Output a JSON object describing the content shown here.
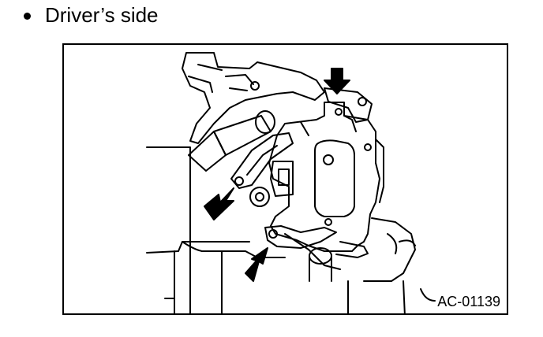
{
  "heading": {
    "bullet": "•",
    "text": "Driver’s side"
  },
  "figure": {
    "code": "AC-01139",
    "arrows": 3,
    "line_color": "#000000",
    "fill_color": "#ffffff"
  }
}
